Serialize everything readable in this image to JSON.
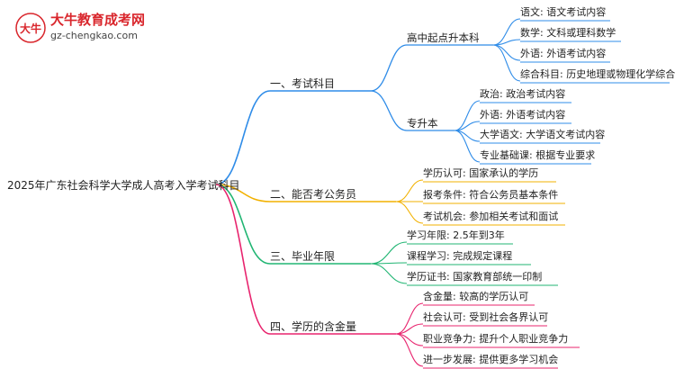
{
  "logo": {
    "title": "大牛教育成考网",
    "url": "gz-chengkao.com",
    "mark": "大牛"
  },
  "root": "2025年广东社会科学大学成人高考入学考试科目",
  "colors": {
    "blue": "#2f8ce8",
    "orange": "#f2b100",
    "green": "#21b573",
    "pink": "#e8246e"
  },
  "branches": [
    {
      "label": "一、考试科目",
      "color": "blue",
      "children": [
        {
          "label": "高中起点升本科",
          "leaves": [
            "语文: 语文考试内容",
            "数学: 文科或理科数学",
            "外语: 外语考试内容",
            "综合科目: 历史地理或物理化学综合"
          ]
        },
        {
          "label": "专升本",
          "leaves": [
            "政治: 政治考试内容",
            "外语: 外语考试内容",
            "大学语文: 大学语文考试内容",
            "专业基础课: 根据专业要求"
          ]
        }
      ]
    },
    {
      "label": "二、能否考公务员",
      "color": "orange",
      "leaves": [
        "学历认可: 国家承认的学历",
        "报考条件: 符合公务员基本条件",
        "考试机会: 参加相关考试和面试"
      ]
    },
    {
      "label": "三、毕业年限",
      "color": "green",
      "leaves": [
        "学习年限: 2.5年到3年",
        "课程学习: 完成规定课程",
        "学历证书: 国家教育部统一印制"
      ]
    },
    {
      "label": "四、学历的含金量",
      "color": "pink",
      "leaves": [
        "含金量: 较高的学历认可",
        "社会认可: 受到社会各界认可",
        "职业竞争力: 提升个人职业竞争力",
        "进一步发展: 提供更多学习机会"
      ]
    }
  ]
}
